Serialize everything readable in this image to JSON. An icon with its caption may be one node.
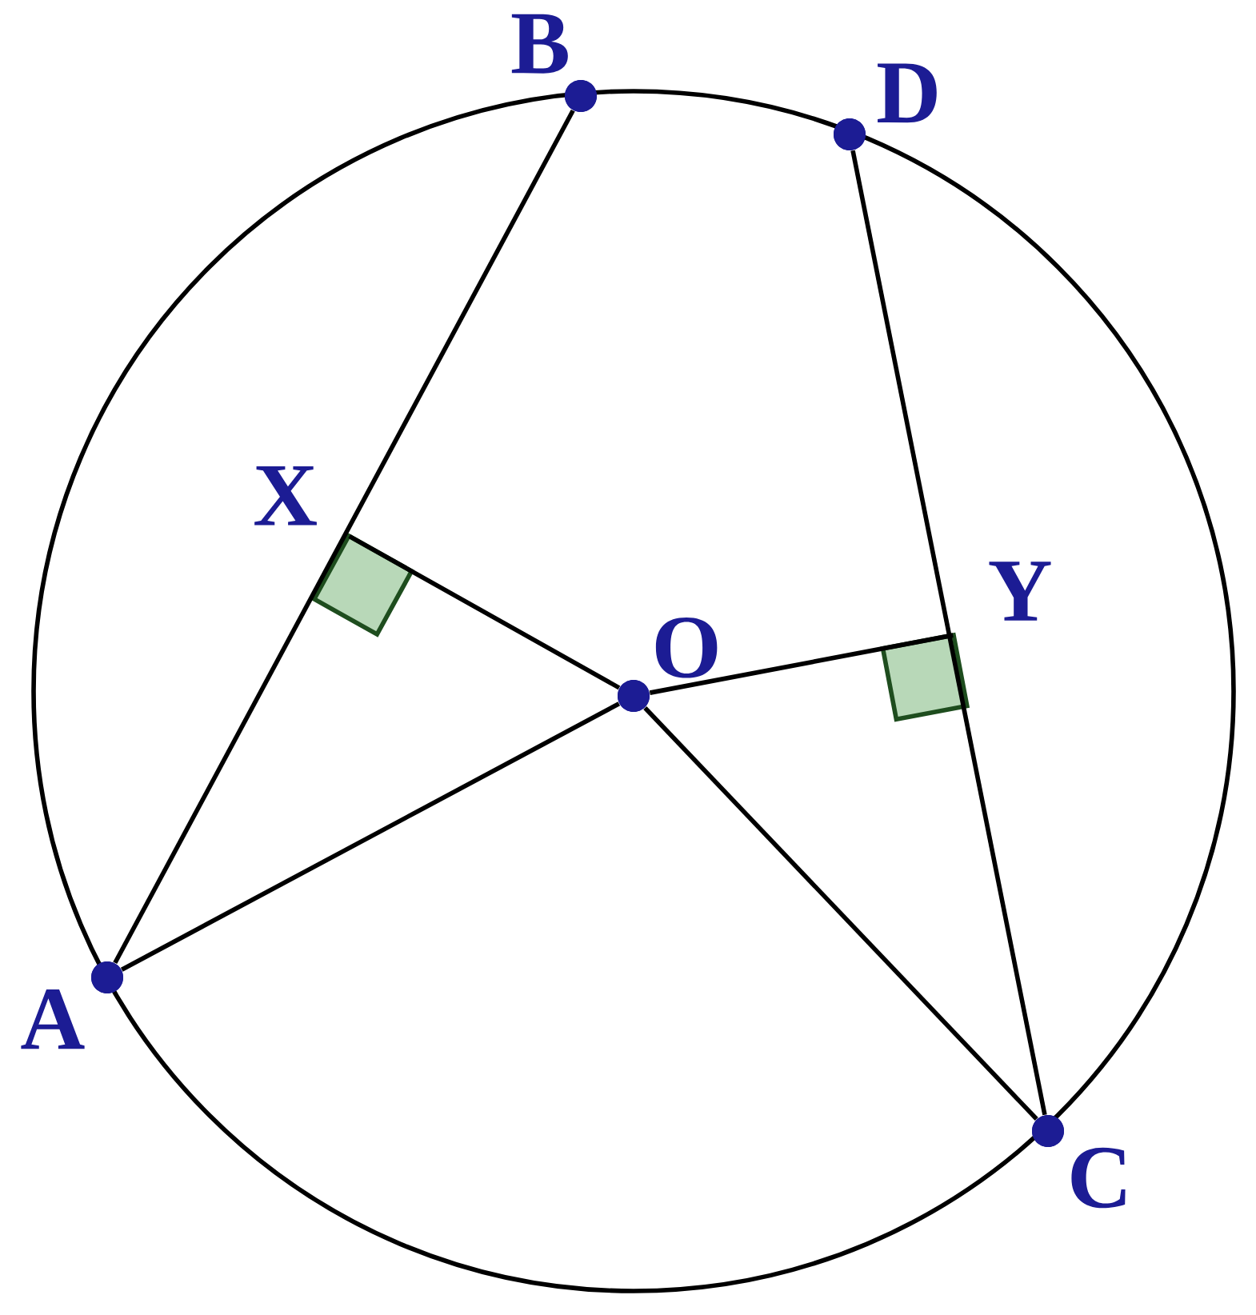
{
  "diagram": {
    "nodes": [
      {
        "text": [
          "B"
        ]
      },
      {
        "text": [
          "D"
        ]
      },
      {
        "text": [
          "X"
        ]
      },
      {
        "text": [
          "O"
        ]
      },
      {
        "text": [
          "Y"
        ]
      },
      {
        "text": [
          "A"
        ]
      },
      {
        "text": [
          "C"
        ]
      }
    ],
    "edges": [
      {
        "from": 5,
        "to": 0,
        "arrow": "none"
      },
      {
        "from": 1,
        "to": 6,
        "arrow": "none"
      },
      {
        "from": 3,
        "to": 2,
        "arrow": "none"
      },
      {
        "from": 3,
        "to": 4,
        "arrow": "none"
      },
      {
        "from": 3,
        "to": 5,
        "arrow": "none"
      },
      {
        "from": 3,
        "to": 6,
        "arrow": "none"
      }
    ]
  }
}
